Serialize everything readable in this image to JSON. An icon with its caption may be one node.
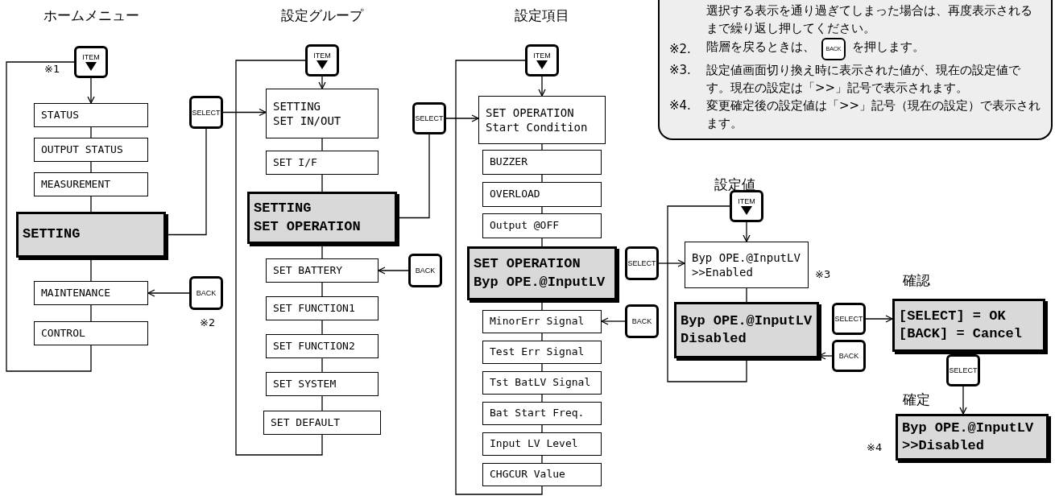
{
  "diagram": {
    "nodes": [
      {
        "text": [
          "ITEM"
        ],
        "beside": [
          "※1"
        ]
      },
      {
        "text": [
          "STATUS"
        ]
      },
      {
        "text": [
          "OUTPUT STATUS"
        ]
      },
      {
        "text": [
          "MEASUREMENT"
        ]
      },
      {
        "text": [
          "SETTING"
        ]
      },
      {
        "text": [
          "MAINTENANCE"
        ]
      },
      {
        "text": [
          "CONTROL"
        ]
      },
      {
        "text": [
          "SELECT"
        ]
      },
      {
        "text": [
          "BACK"
        ],
        "beside": [
          "※2"
        ]
      },
      {
        "text": [
          "ITEM"
        ]
      },
      {
        "text": [
          "SETTING",
          "SET IN/OUT"
        ]
      },
      {
        "text": [
          "SET I/F"
        ]
      },
      {
        "text": [
          "SETTING",
          "SET OPERATION"
        ]
      },
      {
        "text": [
          "SET BATTERY"
        ]
      },
      {
        "text": [
          "SET FUNCTION1"
        ]
      },
      {
        "text": [
          "SET FUNCTION2"
        ]
      },
      {
        "text": [
          "SET SYSTEM"
        ]
      },
      {
        "text": [
          "SET DEFAULT"
        ]
      },
      {
        "text": [
          "SELECT"
        ]
      },
      {
        "text": [
          "BACK"
        ]
      },
      {
        "text": [
          "ITEM"
        ]
      },
      {
        "text": [
          "SET OPERATION",
          "Start Condition"
        ]
      },
      {
        "text": [
          "BUZZER"
        ]
      },
      {
        "text": [
          "OVERLOAD"
        ]
      },
      {
        "text": [
          "Output @OFF"
        ]
      },
      {
        "text": [
          "SET OPERATION",
          "Byp OPE.@InputLV"
        ]
      },
      {
        "text": [
          "MinorErr Signal"
        ]
      },
      {
        "text": [
          "Test Err Signal"
        ]
      },
      {
        "text": [
          "Tst BatLV Signal"
        ]
      },
      {
        "text": [
          "Bat Start Freq."
        ]
      },
      {
        "text": [
          "Input LV Level"
        ]
      },
      {
        "text": [
          "CHGCUR Value"
        ]
      },
      {
        "text": [
          "SELECT"
        ]
      },
      {
        "text": [
          "BACK"
        ]
      },
      {
        "text": [
          "ITEM"
        ]
      },
      {
        "text": [
          "Byp OPE.@InputLV",
          ">>Enabled"
        ],
        "beside": [
          "※3"
        ]
      },
      {
        "text": [
          "Byp OPE.@InputLV",
          "Disabled"
        ]
      },
      {
        "text": [
          "SELECT"
        ]
      },
      {
        "text": [
          "BACK"
        ]
      },
      {
        "text": [
          "[SELECT] = OK",
          "[BACK] = Cancel"
        ]
      },
      {
        "text": [
          "SELECT"
        ]
      },
      {
        "text": [
          "Byp OPE.@InputLV",
          ">>Disabled"
        ],
        "beside": [
          "※4"
        ]
      },
      {
        "text": [
          "選択する表示を通り過ぎてしまった場合は、再度表示されるまで繰り返し押してください。",
          "※2.",
          "階層を戻るときは、",
          "を押します。",
          "※3.",
          "設定値画面切り換え時に表示された値が、現在の設定値です。現在の設定は「>>」記号で表示されます。",
          "※4.",
          "変更確定後の設定値は「>>」記号（現在の設定）で表示されます。"
        ]
      },
      {
        "text": [
          "BACK"
        ],
        "in": 42
      }
    ],
    "edges": [
      {
        "from": 0,
        "to": 1,
        "arrow": "to"
      },
      {
        "from": 1,
        "to": 2,
        "arrow": "none"
      },
      {
        "from": 2,
        "to": 3,
        "arrow": "none"
      },
      {
        "from": 3,
        "to": 4,
        "arrow": "none"
      },
      {
        "from": 4,
        "to": 5,
        "arrow": "none"
      },
      {
        "from": 5,
        "to": 6,
        "arrow": "none"
      },
      {
        "from": 6,
        "to": 0,
        "arrow": "none"
      },
      {
        "from": 4,
        "to": 7,
        "arrow": "none"
      },
      {
        "from": 7,
        "to": 10,
        "arrow": "to"
      },
      {
        "from": 8,
        "to": 5,
        "arrow": "to"
      },
      {
        "from": 9,
        "to": 10,
        "arrow": "to"
      },
      {
        "from": 10,
        "to": 11,
        "arrow": "none"
      },
      {
        "from": 11,
        "to": 12,
        "arrow": "none"
      },
      {
        "from": 12,
        "to": 13,
        "arrow": "none"
      },
      {
        "from": 13,
        "to": 14,
        "arrow": "none"
      },
      {
        "from": 14,
        "to": 15,
        "arrow": "none"
      },
      {
        "from": 15,
        "to": 16,
        "arrow": "none"
      },
      {
        "from": 16,
        "to": 17,
        "arrow": "none"
      },
      {
        "from": 17,
        "to": 9,
        "arrow": "none"
      },
      {
        "from": 12,
        "to": 18,
        "arrow": "none"
      },
      {
        "from": 18,
        "to": 21,
        "arrow": "to"
      },
      {
        "from": 19,
        "to": 13,
        "arrow": "to"
      },
      {
        "from": 20,
        "to": 21,
        "arrow": "to"
      },
      {
        "from": 21,
        "to": 22,
        "arrow": "none"
      },
      {
        "from": 22,
        "to": 23,
        "arrow": "none"
      },
      {
        "from": 23,
        "to": 24,
        "arrow": "none"
      },
      {
        "from": 24,
        "to": 25,
        "arrow": "none"
      },
      {
        "from": 25,
        "to": 26,
        "arrow": "none"
      },
      {
        "from": 26,
        "to": 27,
        "arrow": "none"
      },
      {
        "from": 27,
        "to": 28,
        "arrow": "none"
      },
      {
        "from": 28,
        "to": 29,
        "arrow": "none"
      },
      {
        "from": 29,
        "to": 30,
        "arrow": "none"
      },
      {
        "from": 30,
        "to": 31,
        "arrow": "none"
      },
      {
        "from": 31,
        "to": 20,
        "arrow": "none"
      },
      {
        "from": 32,
        "to": 35,
        "arrow": "to"
      },
      {
        "from": 33,
        "to": 26,
        "arrow": "to"
      },
      {
        "from": 34,
        "to": 35,
        "arrow": "to"
      },
      {
        "from": 35,
        "to": 36,
        "arrow": "none"
      },
      {
        "from": 36,
        "to": 34,
        "arrow": "none"
      },
      {
        "from": 37,
        "to": 39,
        "arrow": "to"
      },
      {
        "from": 38,
        "to": 36,
        "arrow": "to"
      },
      {
        "from": 40,
        "to": 41,
        "arrow": "to"
      }
    ],
    "labels": [
      "ホームメニュー",
      "設定グループ",
      "設定項目",
      "設定値",
      "確認",
      "確定"
    ]
  }
}
